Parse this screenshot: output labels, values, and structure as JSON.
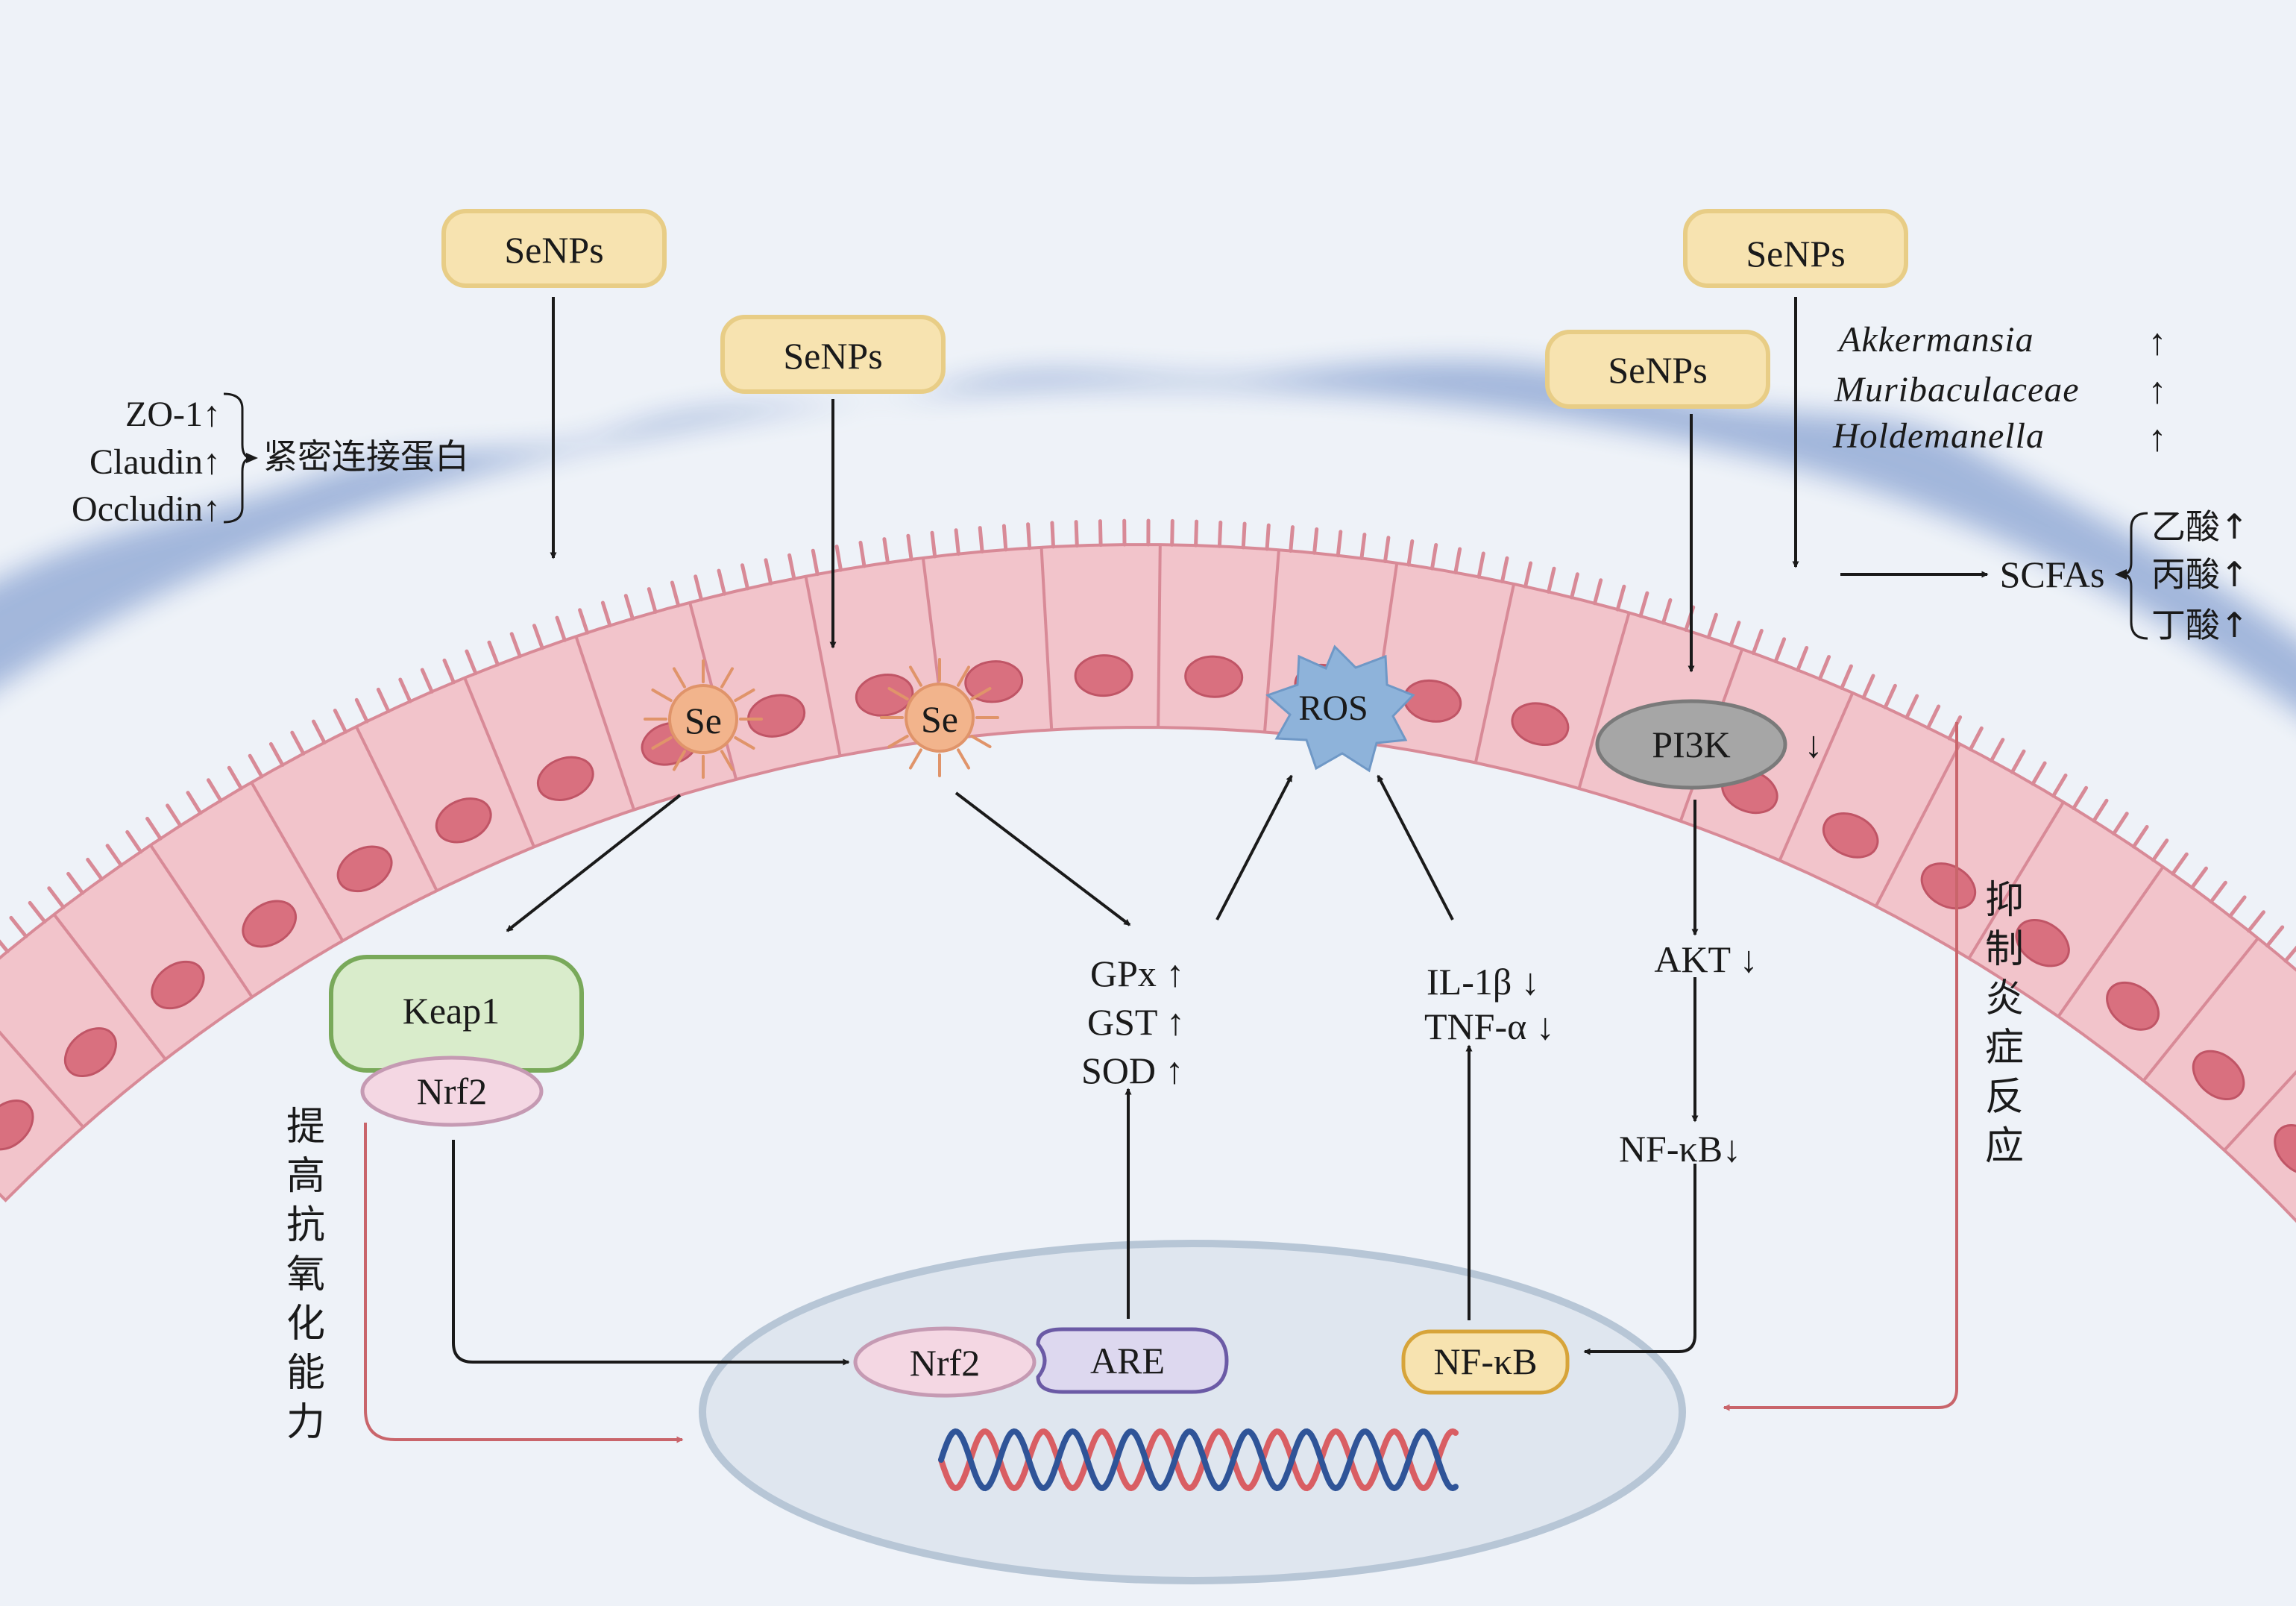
{
  "colors": {
    "background": "#eef2f8",
    "mucus": "#9fb4da",
    "cell_fill": "#f2c4cb",
    "cell_stroke": "#d88a97",
    "nucleus": "#d9707f",
    "senps_fill": "#f7e3b0",
    "senps_stroke": "#e8cd86",
    "se_fill": "#f2b48c",
    "keap1_fill": "#d9eccb",
    "keap1_stroke": "#79a95a",
    "nrf2_fill": "#f4d7e3",
    "are_fill": "#ddd8ef",
    "nfkb_fill": "#f7e3b0",
    "nfkb_stroke": "#d7a43a",
    "pi3k_fill": "#a6a6a6",
    "ros_fill": "#8eb3da",
    "nucleus_fill": "#dfe6ef",
    "nucleus_stroke": "#b7c6d6",
    "dna_red": "#d95e63",
    "dna_blue": "#2f5498",
    "red_arrow": "#c9656b"
  },
  "icons": {
    "se": "starburst-nanoparticle-icon",
    "ros": "spiky-burst-icon",
    "dna": "double-helix-icon"
  },
  "labels": {
    "senps": "SeNPs",
    "se": "Se",
    "ros": "ROS",
    "keap1": "Keap1",
    "nrf2": "Nrf2",
    "are": "ARE",
    "nfkb": "NF-κB",
    "pi3k": "PI3K",
    "pi3k_arrow": "↓",
    "akt": "AKT ↓",
    "nfkb_down": "NF-κB↓",
    "gpx": "GPx ↑",
    "gst": "GST ↑",
    "sod": "SOD ↑",
    "il1b": "IL-1β  ↓",
    "tnfa": "TNF-α  ↓",
    "tight_junction": {
      "zo1": "ZO-1↑",
      "claudin": "Claudin↑",
      "occludin": "Occludin↑",
      "label": "紧密连接蛋白"
    },
    "bacteria": [
      "Akkermansia",
      "Muribaculaceae",
      "Holdemanella"
    ],
    "bacteria_arrow": "↑",
    "scfas": "SCFAs",
    "acids": [
      "乙酸↑",
      "丙酸↑",
      "丁酸↑"
    ],
    "antioxidant": "提高抗氧化能力",
    "anti_inflammatory": "抑制炎症反应"
  }
}
